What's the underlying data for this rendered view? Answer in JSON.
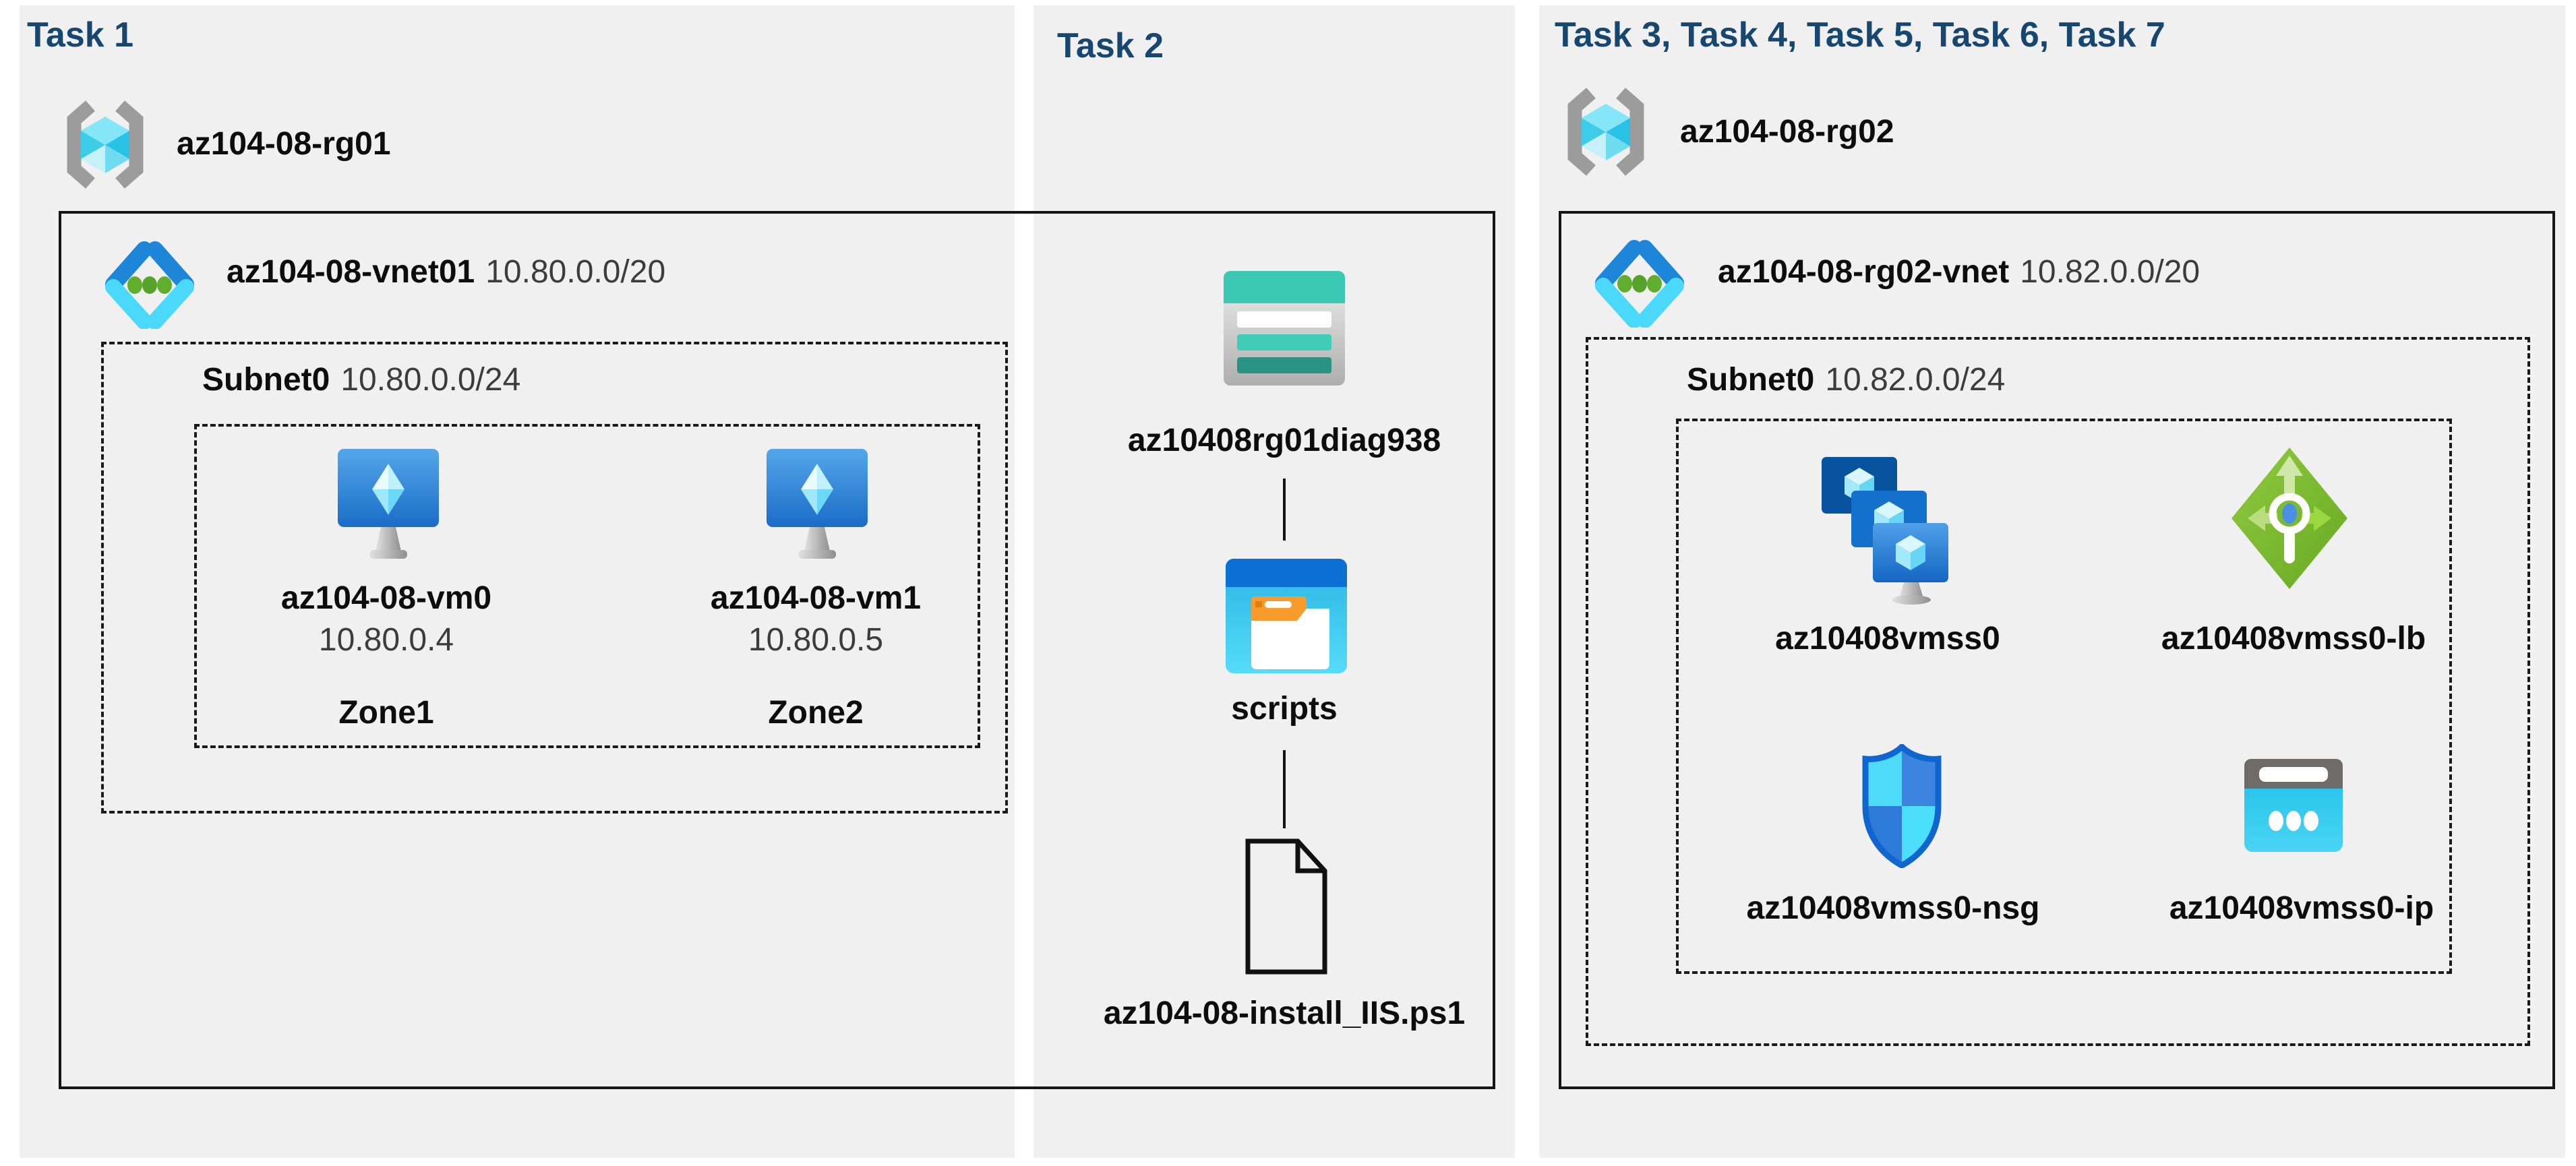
{
  "colors": {
    "header_text": "#17466e",
    "panel_background": "#f0f0f0",
    "line_black": "#161616",
    "azure_blue": "#1e86d8",
    "azure_cyan": "#4ad9fb",
    "teal_storage": "#3cc9b3",
    "green_lb": "#7fbc2a",
    "orange_folder_tab": "#f89b2d"
  },
  "task1": {
    "header": "Task 1",
    "resource_group": {
      "icon": "resource-group-icon",
      "name": "az104-08-rg01"
    },
    "vnet": {
      "icon": "virtual-network-icon",
      "name": "az104-08-vnet01",
      "cidr": "10.80.0.0/20"
    },
    "subnet": {
      "name": "Subnet0",
      "cidr": "10.80.0.0/24"
    },
    "vms": [
      {
        "icon": "virtual-machine-icon",
        "name": "az104-08-vm0",
        "ip": "10.80.0.4",
        "zone": "Zone1"
      },
      {
        "icon": "virtual-machine-icon",
        "name": "az104-08-vm1",
        "ip": "10.80.0.5",
        "zone": "Zone2"
      }
    ]
  },
  "task2": {
    "header": "Task 2",
    "storage_account": {
      "icon": "storage-account-icon",
      "name": "az10408rg01diag938"
    },
    "container": {
      "icon": "folder-icon",
      "name": "scripts"
    },
    "script_file": {
      "icon": "file-icon",
      "name": "az104-08-install_IIS.ps1"
    }
  },
  "task3": {
    "header": "Task 3, Task 4, Task 5, Task 6, Task 7",
    "resource_group": {
      "icon": "resource-group-icon",
      "name": "az104-08-rg02"
    },
    "vnet": {
      "icon": "virtual-network-icon",
      "name": "az104-08-rg02-vnet",
      "cidr": "10.82.0.0/20"
    },
    "subnet": {
      "name": "Subnet0",
      "cidr": "10.82.0.0/24"
    },
    "resources": [
      {
        "icon": "vm-scale-set-icon",
        "name": "az10408vmss0"
      },
      {
        "icon": "load-balancer-icon",
        "name": "az10408vmss0-lb"
      },
      {
        "icon": "network-security-group-icon",
        "name": "az10408vmss0-nsg"
      },
      {
        "icon": "public-ip-icon",
        "name": "az10408vmss0-ip"
      }
    ]
  }
}
